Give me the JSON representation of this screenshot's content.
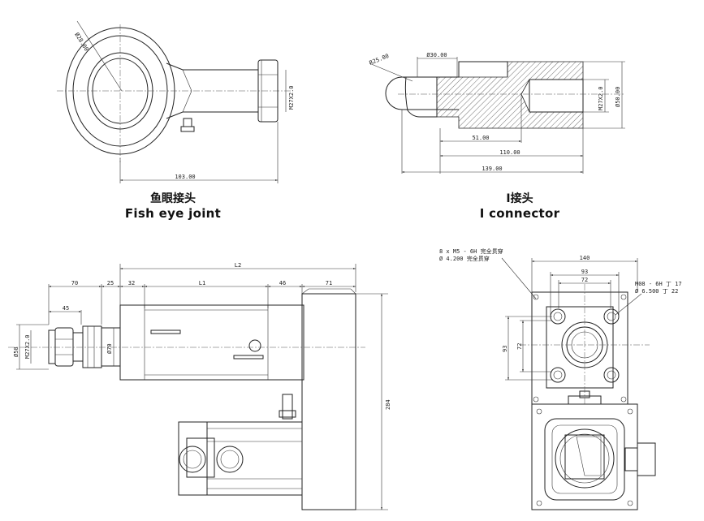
{
  "captions": {
    "fish_eye_cn": "鱼眼接头",
    "fish_eye_en": "Fish eye joint",
    "i_connector_cn": "I接头",
    "i_connector_en": "I connector"
  },
  "fish_eye": {
    "dia_label": "Ø28.00",
    "thread_label": "M27X2.0",
    "length_label": "103.00"
  },
  "i_connector": {
    "radius_label": "R25.00",
    "bore_label": "Ø30.00",
    "thread_label": "M27X2.0",
    "dia_label": "Ø50.00",
    "dim_51": "51.00",
    "dim_110": "110.00",
    "dim_139": "139.00"
  },
  "side_view": {
    "overall_label": "L2",
    "dim_70": "70",
    "dim_25": "25",
    "dim_32": "32",
    "stroke_label": "L1",
    "dim_46": "46",
    "dim_71": "71",
    "dim_45": "45",
    "dia_50": "Ø50",
    "thread_label": "M27X2.0",
    "dia_70": "Ø70",
    "height_label": "284"
  },
  "front_view": {
    "hole_note_1": "8 x  M5 - 6H 完全贯穿",
    "hole_note_2": "Ø 4.200 完全贯穿",
    "thread_note_1": "M08 - 6H 丁 17",
    "thread_note_2": "Ø 6.500 丁 22",
    "dim_140": "140",
    "dim_93": "93",
    "dim_72": "72",
    "dim_93v": "93",
    "dim_72v": "72"
  }
}
